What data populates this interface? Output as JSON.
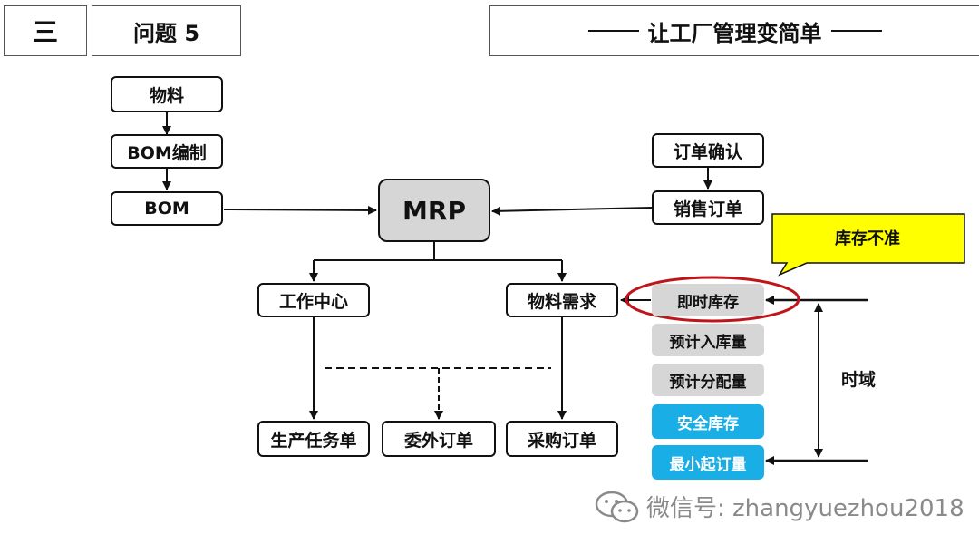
{
  "header": {
    "section": "三",
    "question": "问题 5",
    "title": "让工厂管理变简单"
  },
  "diagram": {
    "left_chain": [
      "物料",
      "BOM编制",
      "BOM"
    ],
    "center": "MRP",
    "right_chain": [
      "订单确认",
      "销售订单"
    ],
    "middle_row": [
      "工作中心",
      "物料需求"
    ],
    "bottom_row": [
      "生产任务单",
      "委外订单",
      "采购订单"
    ],
    "inventory_items": [
      {
        "label": "即时库存",
        "style": "gray",
        "highlighted": true
      },
      {
        "label": "预计入库量",
        "style": "gray"
      },
      {
        "label": "预计分配量",
        "style": "gray"
      },
      {
        "label": "安全库存",
        "style": "blue"
      },
      {
        "label": "最小起订量",
        "style": "blue"
      }
    ],
    "callout": "库存不准",
    "time_domain": "时域"
  },
  "watermark": "微信号: zhangyuezhou2018",
  "colors": {
    "gray_fill": "#d6d6d6",
    "blue_fill": "#1aaee7",
    "callout_fill": "#ffff00",
    "highlight_ring": "#c0141b"
  }
}
